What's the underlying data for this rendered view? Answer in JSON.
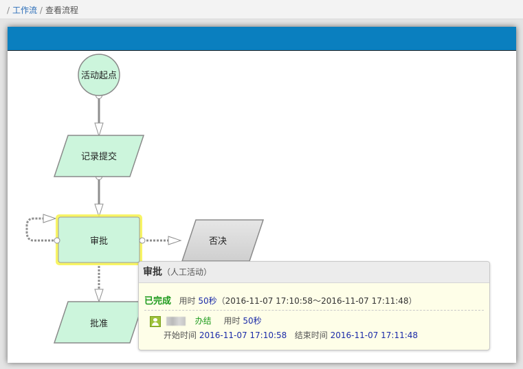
{
  "breadcrumb": {
    "sep1": "/",
    "workflow": "工作流",
    "sep2": "/",
    "current": "查看流程"
  },
  "nodes": {
    "start": "活动起点",
    "submit": "记录提交",
    "approve_step": "审批",
    "reject": "否决",
    "approve": "批准"
  },
  "popup": {
    "title": "审批",
    "type": "（人工活动）",
    "status": "已完成",
    "time_label": "用时",
    "time_value": "50秒",
    "range_open": "（",
    "start": "2016-11-07  17:10:58",
    "range_sep": "～",
    "end": "2016-11-07  17:11:48",
    "range_close": "）",
    "action": "办结",
    "user_time_label": "用时",
    "user_time_value": "50秒",
    "start_label": "开始时间",
    "start_value": "2016-11-07  17:10:58",
    "end_label": "结束时间",
    "end_value": "2016-11-07  17:11:48"
  },
  "colors": {
    "header": "#0a7fbf",
    "node_fill": "#ccf5dc",
    "node_stroke": "#8a8a8a",
    "active_highlight": "#f6f24a",
    "rejected_fill": "#d9d9d9",
    "status_green": "#1d9a1d",
    "value_blue": "#1a2aa8"
  },
  "icons": [
    "user-icon"
  ]
}
